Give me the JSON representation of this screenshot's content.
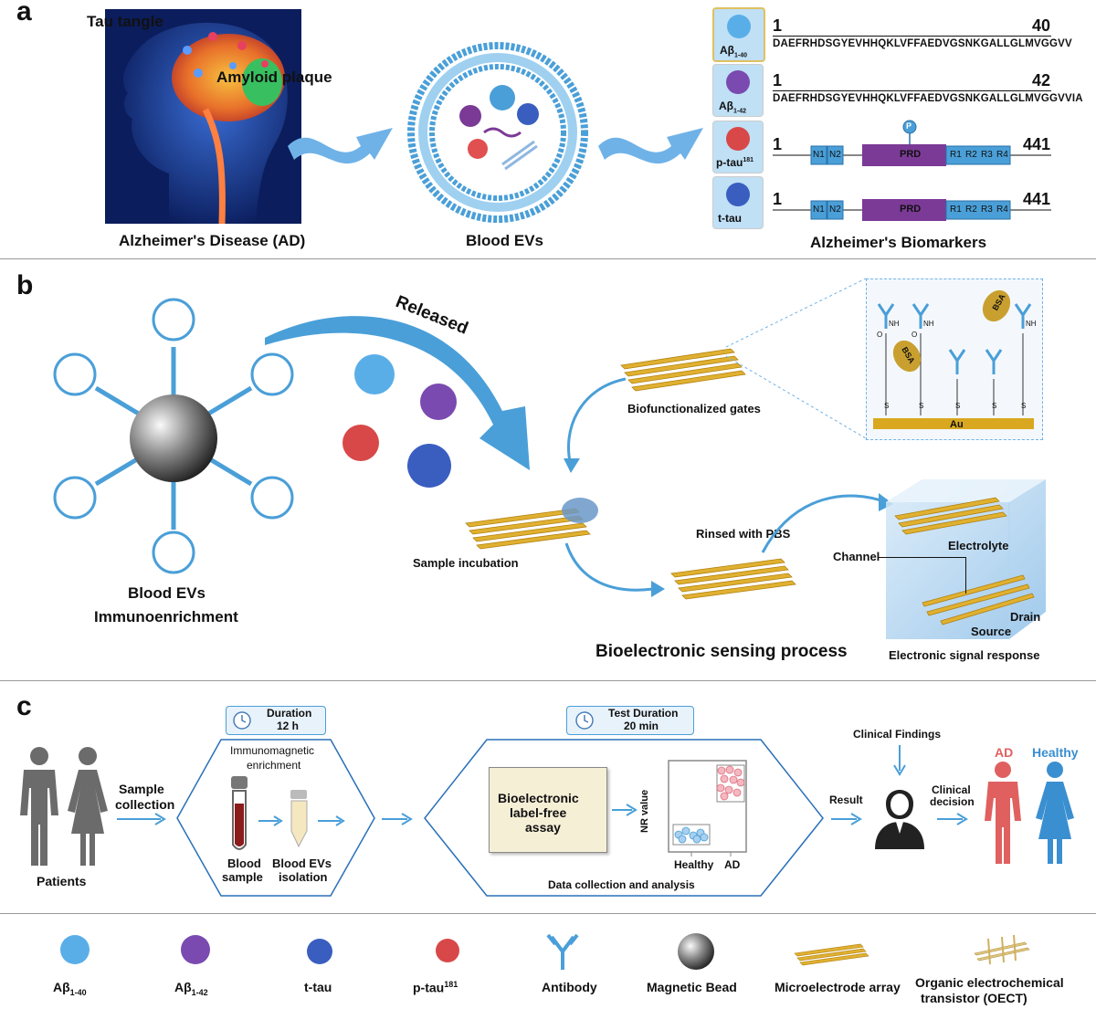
{
  "panels": {
    "a": {
      "letter": "a",
      "brain_labels": {
        "tau": "Tau tangle",
        "amyloid": "Amyloid plaque"
      },
      "caption_ad": "Alzheimer's  Disease (AD)",
      "caption_evs": "Blood  EVs",
      "caption_biomarkers": "Alzheimer's  Biomarkers",
      "biomarkers": [
        {
          "name": "Aβ",
          "sub": "1-40",
          "start": "1",
          "end": "40",
          "sequence": "DAEFRHDSGYEVHHQKLVFFAEDVGSNKGALLGLMVGGVV"
        },
        {
          "name": "Aβ",
          "sub": "1-42",
          "start": "1",
          "end": "42",
          "sequence": "DAEFRHDSGYEVHHQKLVFFAEDVGSNKGALLGLMVGGVVIA"
        },
        {
          "name": "p-tau",
          "sup": "181",
          "start": "1",
          "end": "441"
        },
        {
          "name": "t-tau",
          "start": "1",
          "end": "441"
        }
      ],
      "domains": {
        "n1": "N1",
        "n2": "N2",
        "prd": "PRD",
        "r1": "R1",
        "r2": "R2",
        "r3": "R3",
        "r4": "R4",
        "phospho": "P"
      }
    },
    "b": {
      "letter": "b",
      "released": "Released",
      "caption_evs_line1": "Blood  EVs",
      "caption_evs_line2": "Immunoenrichment",
      "biofunctionalized": "Biofunctionalized gates",
      "sample_incubation": "Sample incubation",
      "rinsed": "Rinsed with PBS",
      "sensing_process": "Bioelectronic sensing process",
      "signal_response": "Electronic signal response",
      "electrolyte": "Electrolyte",
      "channel": "Channel",
      "drain": "Drain",
      "source": "Source",
      "bsa": "BSA",
      "au": "Au",
      "nh": "NH",
      "o": "O",
      "s": "S"
    },
    "c": {
      "letter": "c",
      "patients": "Patients",
      "sample_collection_line1": "Sample",
      "sample_collection_line2": "collection",
      "duration1_line1": "Duration",
      "duration1_line2": "12 h",
      "immuno_line1": "Immunomagnetic",
      "immuno_line2": "enrichment",
      "blood_sample_line1": "Blood",
      "blood_sample_line2": "sample",
      "evs_isolation_line1": "Blood EVs",
      "evs_isolation_line2": "isolation",
      "duration2_line1": "Test  Duration",
      "duration2_line2": "20 min",
      "assay_line1": "Bioelectronic",
      "assay_line2": "label-free",
      "assay_line3": "assay",
      "nr_value": "NR value",
      "healthy_tick": "Healthy",
      "ad_tick": "AD",
      "data_collection": "Data collection and analysis",
      "result": "Result",
      "clinical_findings": "Clinical Findings",
      "clinical_decision_line1": "Clinical",
      "clinical_decision_line2": "decision",
      "ad_label": "AD",
      "healthy_label": "Healthy"
    }
  },
  "legend": [
    {
      "key": "ab40",
      "name": "Aβ",
      "sub": "1-40"
    },
    {
      "key": "ab42",
      "name": "Aβ",
      "sub": "1-42"
    },
    {
      "key": "ttau",
      "name": "t-tau"
    },
    {
      "key": "ptau",
      "name": "p-tau",
      "sup": "181"
    },
    {
      "key": "antibody",
      "name": "Antibody"
    },
    {
      "key": "bead",
      "name": "Magnetic  Bead"
    },
    {
      "key": "array",
      "name": "Microelectrode array"
    },
    {
      "key": "oect_line1",
      "name": "Organic  electrochemical"
    },
    {
      "key": "oect_line2",
      "name": "transistor  (OECT)"
    }
  ],
  "colors": {
    "blue": "#4a9fd8",
    "purple": "#7b3a96",
    "gold": "#d9a820",
    "red": "#e05050",
    "healthy_blue": "#3a8fd0",
    "ad_red": "#e06060",
    "gray": "#666666"
  }
}
